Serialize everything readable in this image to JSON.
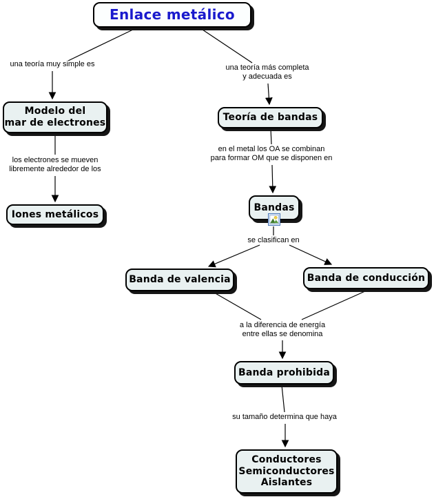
{
  "title": {
    "label": "Enlace metálico"
  },
  "nodes": {
    "modelo": {
      "label": "Modelo del\nmar de electrones"
    },
    "iones": {
      "label": "Iones metálicos"
    },
    "teoria": {
      "label": "Teoría de bandas"
    },
    "bandas": {
      "label": "Bandas"
    },
    "valencia": {
      "label": "Banda de valencia"
    },
    "conduccion": {
      "label": "Banda de conducción"
    },
    "prohibida": {
      "label": "Banda prohibida"
    },
    "tipos": {
      "label": "Conductores\nSemiconductores\nAislantes"
    }
  },
  "linking_phrases": {
    "simple": "una teoría muy simple es",
    "completa": "una teoría más completa\ny adecuada es",
    "electrones": "los electrones se mueven\nlibremente alrededor de los",
    "metal": "en el metal los OA se combinan\npara formar OM que se disponen en",
    "clasifican": "se clasifican en",
    "diferencia": "a la diferencia de energía\nentre ellas se denomina",
    "tamano": "su tamaño determina que haya"
  },
  "icons": {
    "bandas_resource": "image-attachment-icon"
  },
  "colors": {
    "node_fill": "#e9f1f1",
    "title_text": "#1a1acd",
    "border": "#000000",
    "shadow": "#161616",
    "line": "#000000",
    "icon_frame_blue": "#4a76b8"
  }
}
